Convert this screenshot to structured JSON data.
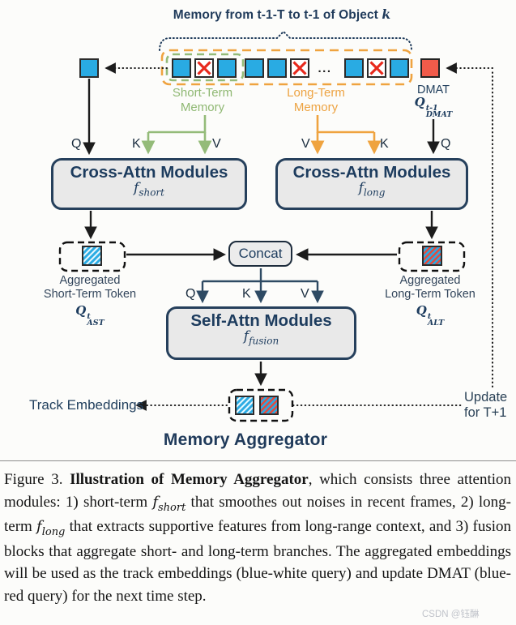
{
  "figure": {
    "top_title": "Memory from t-1-T to t-1 of Object",
    "top_title_var": "k",
    "memory_tokens": [
      "blue",
      "crossed",
      "blue",
      "blue",
      "blue",
      "crossed",
      "ellipsis",
      "blue",
      "crossed",
      "blue"
    ],
    "ellipsis": "...",
    "short_term_label_1": "Short-Term",
    "short_term_label_2": "Memory",
    "long_term_label_1": "Long-Term",
    "long_term_label_2": "Memory",
    "dmat_label": "DMAT",
    "dmat_q": {
      "base": "Q",
      "sup": "t-1",
      "sub": "DMAT"
    },
    "letters": {
      "q": "Q",
      "k": "K",
      "v": "V"
    },
    "boxes": {
      "cross_attn_short": {
        "title": "Cross-Attn Modules",
        "f": "f",
        "fsub": "short"
      },
      "cross_attn_long": {
        "title": "Cross-Attn Modules",
        "f": "f",
        "fsub": "long"
      },
      "concat": "Concat",
      "self_attn": {
        "title": "Self-Attn Modules",
        "f": "f",
        "fsub": "fusion"
      }
    },
    "agg_short": {
      "line1": "Aggregated",
      "line2": "Short-Term Token",
      "q": "Q",
      "sup": "t",
      "sub": "AST"
    },
    "agg_long": {
      "line1": "Aggregated",
      "line2": "Long-Term Token",
      "q": "Q",
      "sup": "t",
      "sub": "ALT"
    },
    "track_embeddings": "Track Embeddings",
    "update_1": "Update",
    "update_2": "for T+1",
    "diagram_title": "Memory Aggregator",
    "colors": {
      "navy": "#1e3a5a",
      "box_fill": "#e9e9e9",
      "blue_token": "#29abe3",
      "red_cross": "#e8291c",
      "dmat_red": "#f15b4a",
      "orange": "#efa33f",
      "green": "#94bb79"
    }
  },
  "caption": {
    "prefix": "Figure 3.  ",
    "bold": "Illustration of Memory Aggregator",
    "seg2": ", which consists three attention modules: 1) short-term ",
    "math1": "f",
    "math1sub": "short",
    "seg3": " that smoothes out noises in recent frames, 2) long-term ",
    "math2": "f",
    "math2sub": "long",
    "seg4": " that extracts supportive features from long-range context, and 3) fusion blocks that aggregate short- and long-term branches. The aggregated embeddings will be used as the track embeddings (blue-white query) and update DMAT (blue-red query) for the next time step.",
    "watermark": "CSDN @钰醂"
  }
}
